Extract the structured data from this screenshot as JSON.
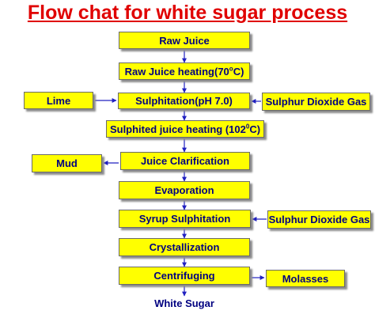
{
  "title": "Flow chat for white sugar process",
  "main_steps": {
    "raw_juice": "Raw Juice",
    "raw_juice_heating_pre": "Raw Juice heating(70",
    "raw_juice_heating_sup": "o",
    "raw_juice_heating_post": "C)",
    "sulphitation": "Sulphitation(pH 7.0)",
    "sulphited_heating_pre": "Sulphited  juice heating (102",
    "sulphited_heating_sup": "0",
    "sulphited_heating_post": "C)",
    "juice_clarification": "Juice Clarification",
    "evaporation": "Evaporation",
    "syrup_sulphitation": "Syrup Sulphitation",
    "crystallization": "Crystallization",
    "centrifuging": "Centrifuging",
    "white_sugar": "White Sugar"
  },
  "side_inputs": {
    "lime": "Lime",
    "so2_gas_1": "Sulphur Dioxide Gas",
    "so2_gas_2": "Sulphur Dioxide Gas"
  },
  "side_outputs": {
    "mud": "Mud",
    "molasses": "Molasses"
  },
  "colors": {
    "title": "#e00000",
    "box_fill": "#ffff00",
    "box_text": "#000080",
    "arrow": "#2020c0"
  }
}
